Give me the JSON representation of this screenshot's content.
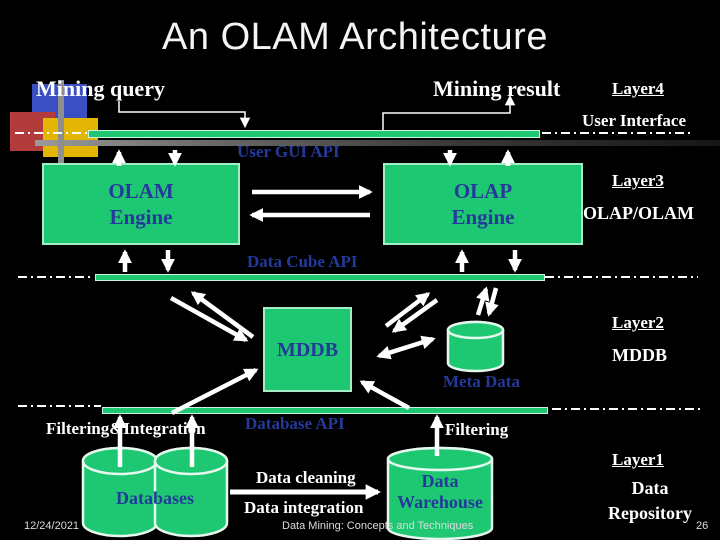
{
  "slide": {
    "title": "An OLAM Architecture",
    "footer": {
      "date": "12/24/2021",
      "course": "Data Mining: Concepts and Techniques",
      "page": "26"
    }
  },
  "colors": {
    "background": "#000000",
    "shape_green": "#1ec873",
    "blue_label": "#243a9a",
    "white_label": "#ffffff",
    "logo_blue": "#3a50c2",
    "logo_red": "#b33b3b",
    "logo_yellow": "#e3b505"
  },
  "labels": {
    "mining_query": "Mining query",
    "mining_result": "Mining result",
    "user_gui_api": "User GUI API",
    "data_cube_api": "Data Cube API",
    "database_api": "Database API",
    "filtering_integration": "Filtering&Integration",
    "filtering": "Filtering",
    "data_cleaning": "Data cleaning",
    "data_integration": "Data integration",
    "meta_data": "Meta Data",
    "databases": "Databases"
  },
  "nodes": {
    "olam_engine": {
      "line1": "OLAM",
      "line2": "Engine"
    },
    "olap_engine": {
      "line1": "OLAP",
      "line2": "Engine"
    },
    "mddb_box": {
      "label": "MDDB"
    },
    "data_warehouse": {
      "line1": "Data",
      "line2": "Warehouse"
    }
  },
  "layers": {
    "layer4": {
      "name": "Layer4",
      "role": "User Interface"
    },
    "layer3": {
      "name": "Layer3",
      "role": "OLAP/OLAM"
    },
    "layer2": {
      "name": "Layer2",
      "role": "MDDB"
    },
    "layer1": {
      "name": "Layer1",
      "role_line1": "Data",
      "role_line2": "Repository"
    }
  }
}
